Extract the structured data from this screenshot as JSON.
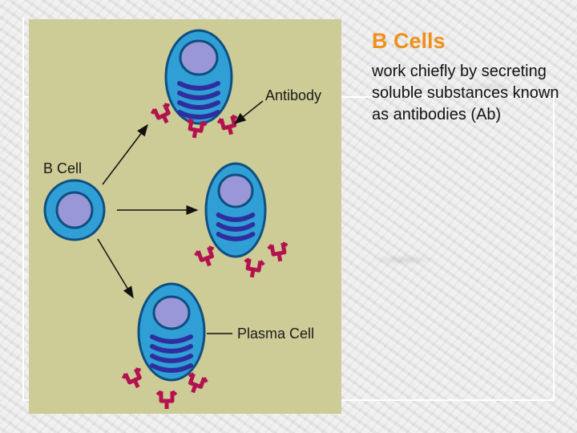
{
  "slide": {
    "title": "B Cells",
    "body": "work chiefly by secreting soluble substances known as antibodies (Ab)"
  },
  "diagram": {
    "labels": {
      "antibody": "Antibody",
      "b_cell": "B Cell",
      "plasma_cell": "Plasma Cell"
    },
    "colors": {
      "panel_background": "#cdcb96",
      "cell_outer": "#2f9fd6",
      "cell_outline": "#0f4f80",
      "nucleus": "#9a97d8",
      "endoplasmic_reticulum": "#2e2e9e",
      "antibody": "#b3124f",
      "title_accent": "#f0901c"
    }
  }
}
